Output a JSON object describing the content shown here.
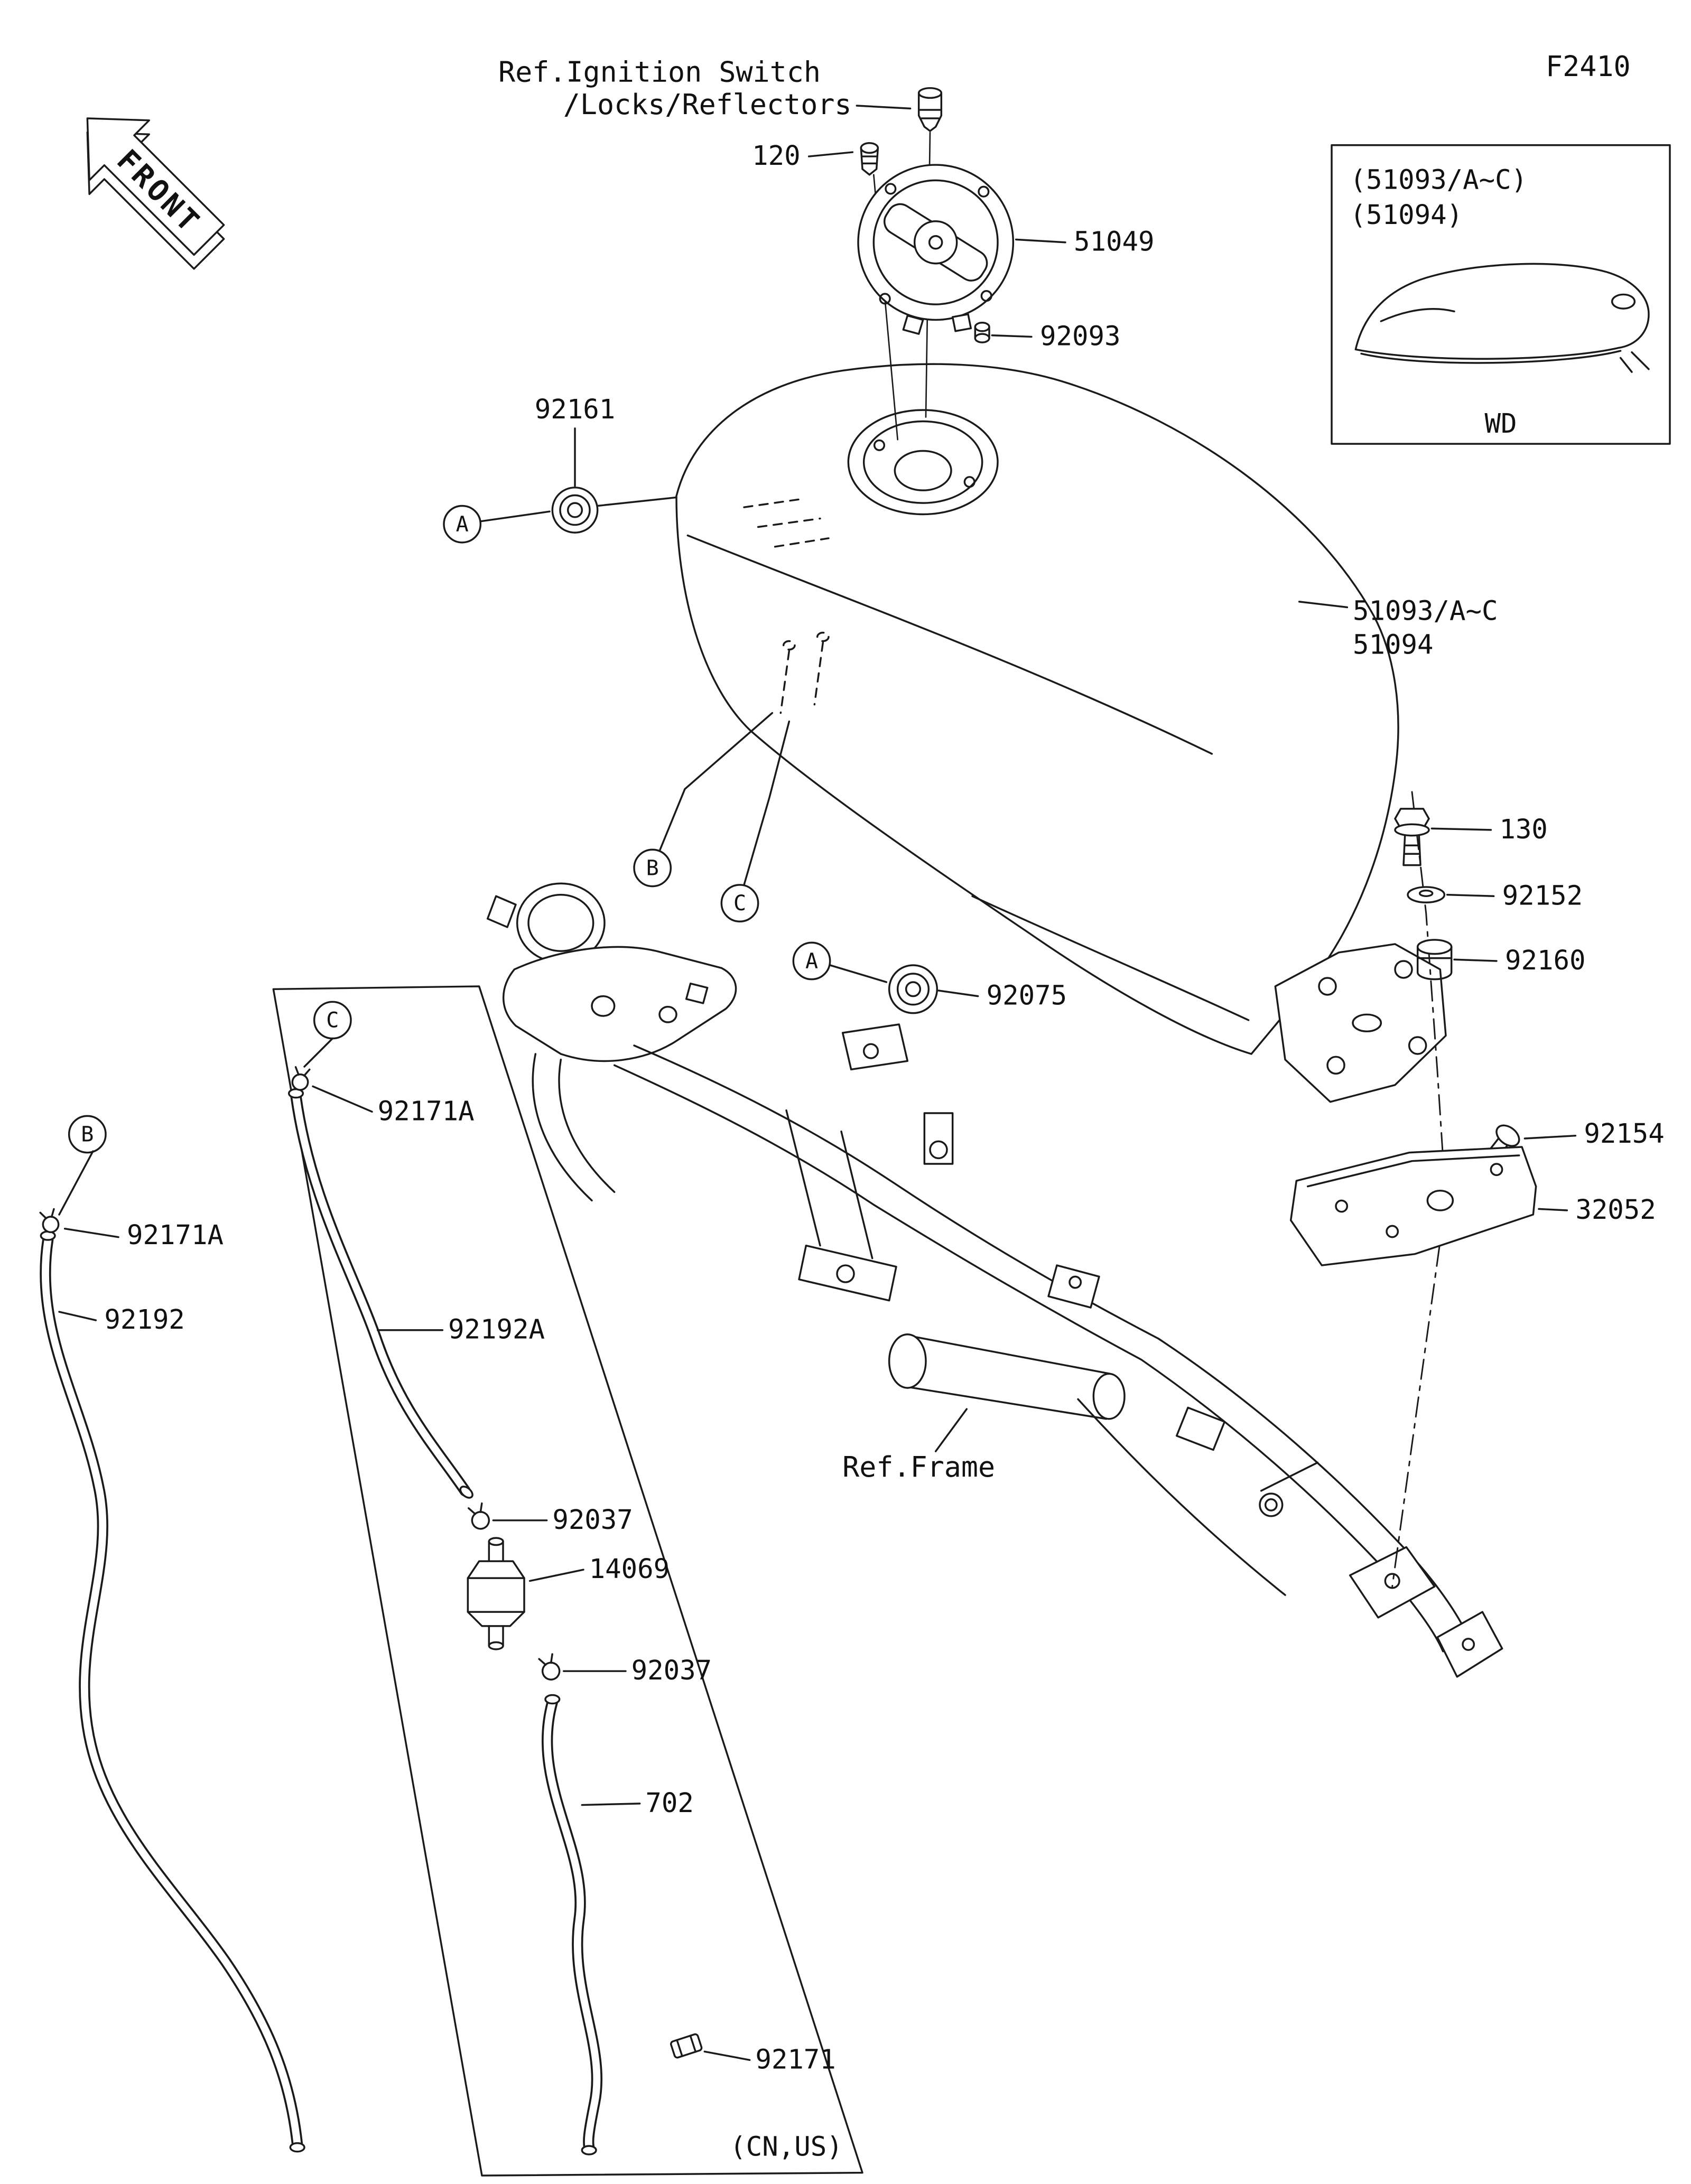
{
  "page": {
    "figure_code": "F2410",
    "front_arrow": "FRONT",
    "ref_ignition_switch": {
      "line1": "Ref.Ignition Switch",
      "line2": "/Locks/Reflectors"
    },
    "ref_frame": "Ref.Frame",
    "region_note": "(CN,US)"
  },
  "inset": {
    "line1": "(51093/A~C)",
    "line2": "(51094)",
    "view_label": "WD"
  },
  "tank_label": {
    "line1": "51093/A~C",
    "line2": "51094"
  },
  "parts": {
    "bolt_120": "120",
    "cap_51049": "51049",
    "grommet_92093": "92093",
    "damper_92161": "92161",
    "bolt_130": "130",
    "washer_92152": "92152",
    "grommet_92160": "92160",
    "screw_92154": "92154",
    "bracket_32052": "32052",
    "damper_92075": "92075",
    "clamp_92171A": "92171A",
    "hose_92192": "92192",
    "hose_92192A": "92192A",
    "clamp_92037": "92037",
    "filter_14069": "14069",
    "hose_702": "702",
    "clamp_92171": "92171"
  },
  "callouts": {
    "A": "A",
    "B": "B",
    "C": "C"
  },
  "colors": {
    "ink": "#1a1a1a",
    "background": "#ffffff"
  }
}
